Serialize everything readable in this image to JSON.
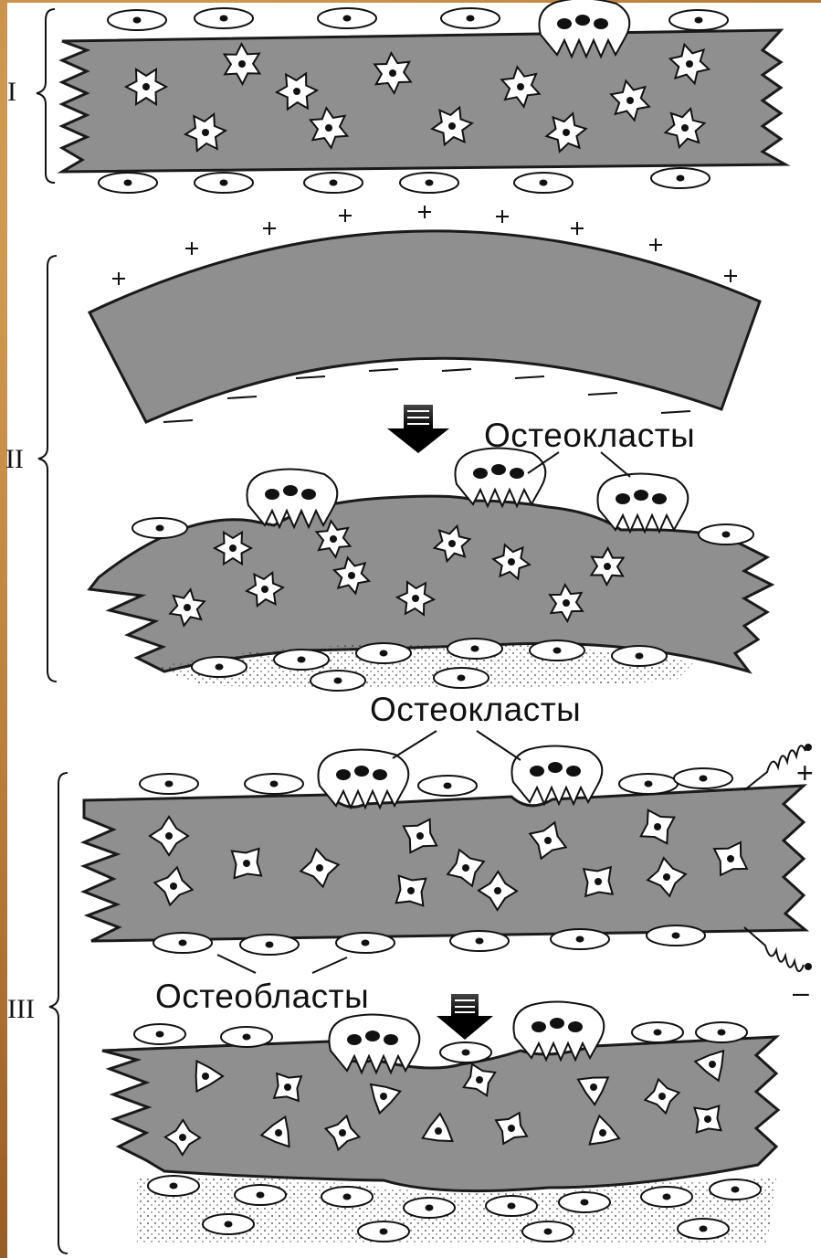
{
  "labels": {
    "stage_1": "I",
    "stage_2": "II",
    "stage_3": "III",
    "osteoclasts_upper": "Остеокласты",
    "osteoclasts_lower": "Остеокласты",
    "osteoblasts": "Остеобласты",
    "plus_sign": "+",
    "minus_sign": "–"
  },
  "colors": {
    "bone": "#8f8f8f",
    "outline": "#1a1a1a",
    "cell_fill": "#ffffff",
    "background": "#b8823e"
  }
}
